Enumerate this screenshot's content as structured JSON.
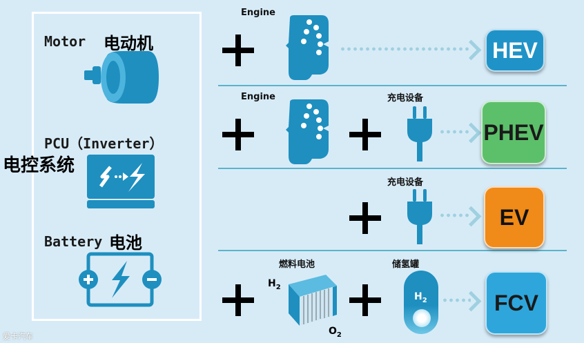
{
  "left_panel": {
    "motor_en": "Motor",
    "motor_cn": "电动机",
    "pcu_en": "PCU（Inverter）",
    "pcu_cn": "电控系统",
    "battery_en": "Battery",
    "battery_cn": "电池"
  },
  "rows": {
    "hev": {
      "engine_label": "Engine",
      "badge": "HEV"
    },
    "phev": {
      "engine_label": "Engine",
      "charger_label": "充电设备",
      "badge": "PHEV"
    },
    "ev": {
      "charger_label": "充电设备",
      "badge": "EV"
    },
    "fcv": {
      "fuelcell_label": "燃料电池",
      "tank_label": "储氢罐",
      "h2_label": "H",
      "h2_sub": "2",
      "o2_label": "O",
      "o2_sub": "2",
      "tank_h2": "H",
      "tank_h2_sub": "2",
      "badge": "FCV"
    }
  },
  "watermark": "爱卡汽车",
  "colors": {
    "hev": "#1f93c8",
    "phev": "#5cc06a",
    "ev": "#f08a18",
    "fcv": "#2ea6dc",
    "icon_blue": "#1e8fbf",
    "background": "#d7ebf7"
  }
}
